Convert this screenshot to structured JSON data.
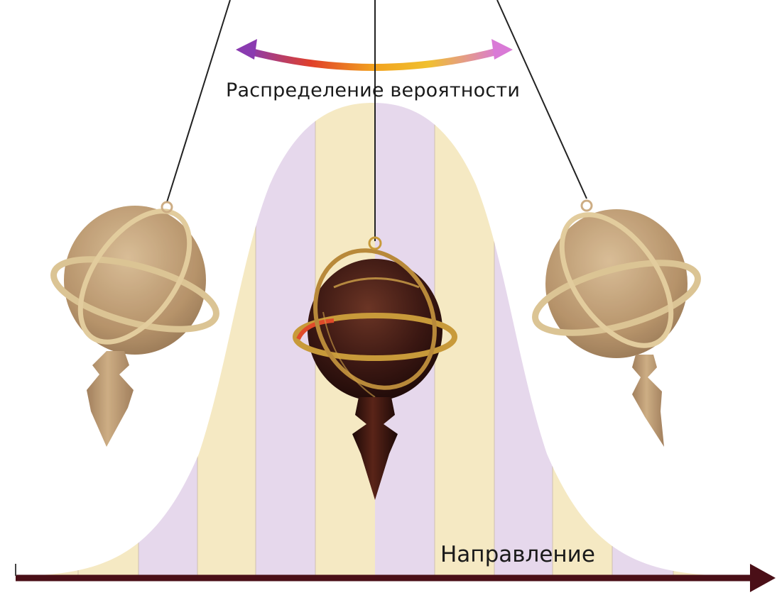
{
  "diagram": {
    "top_label": "Распределение вероятности",
    "axis_label": "Направление",
    "colors": {
      "band_purple": "#e6d8ec",
      "band_yellow": "#f5e9c3",
      "axis": "#4a0f17",
      "arrow_gradient": [
        "#8a3bb0",
        "#e0402a",
        "#f2a21e",
        "#f0c030",
        "#d97ad6"
      ],
      "pendulum_center": "#3a1712",
      "pendulum_side": "#b8956a",
      "ring_gold": "#c89a3a"
    },
    "elements": [
      "left-pendulum",
      "center-pendulum",
      "right-pendulum",
      "bell-curve",
      "swing-arrow",
      "direction-axis"
    ]
  }
}
